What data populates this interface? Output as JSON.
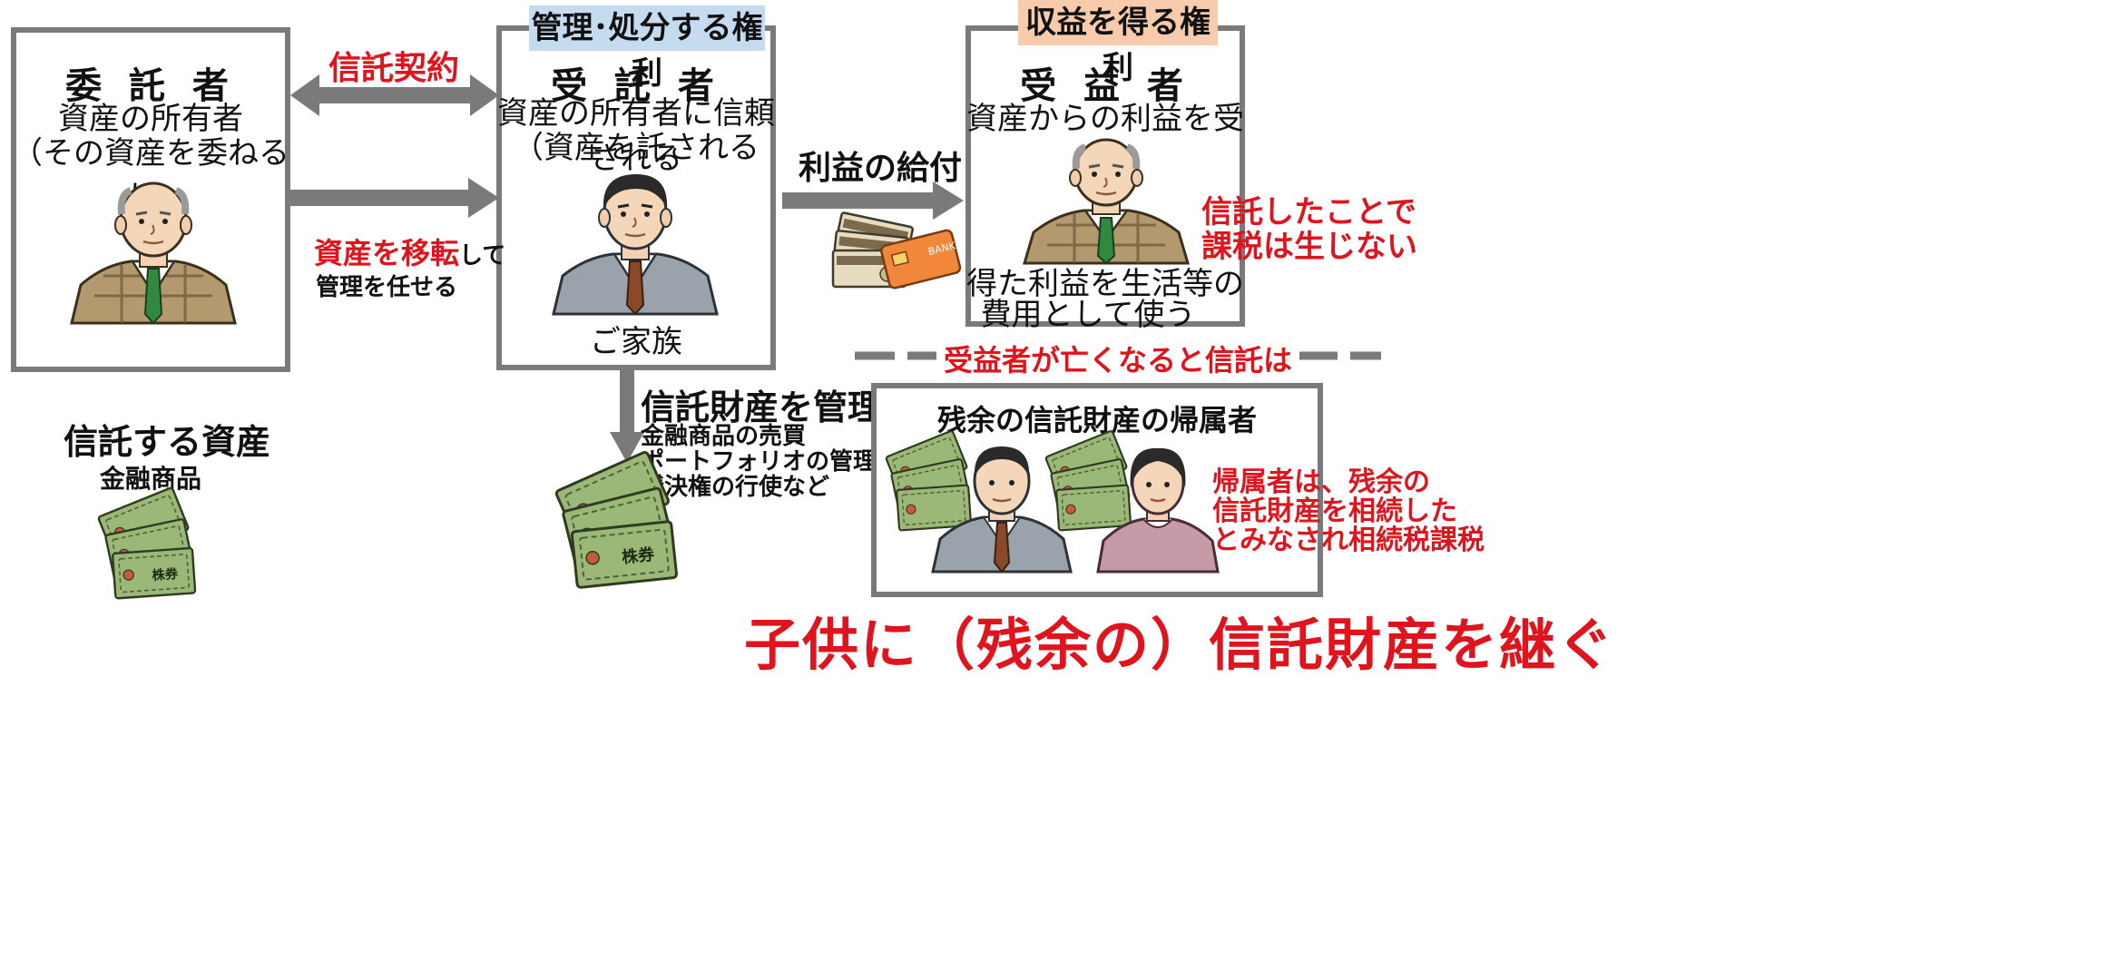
{
  "settlor": {
    "title": "委 託 者",
    "line1": "資産の所有者",
    "line2": "（その資産を委ねる人）"
  },
  "trustee": {
    "tag": "管理･処分する権利",
    "title": "受 託 者",
    "line1": "資産の所有者に信頼される",
    "line2": "（資産を託される人）",
    "name": "ご家族"
  },
  "beneficiary": {
    "tag": "収益を得る権利",
    "title": "受 益 者",
    "line1": "資産からの利益を受ける",
    "line2": "得た利益を生活等の",
    "line3": "費用として使う"
  },
  "labels": {
    "trust_contract": "信託契約",
    "transfer_red": "資産を移転",
    "transfer_rest": "して",
    "transfer_line2": "管理を任せる",
    "benefit": "利益の給付",
    "no_tax_line1": "信託したことで",
    "no_tax_line2": "課税は生じない",
    "end_notice": "受益者が亡くなると信託は終了",
    "manage_title": "信託財産を管理",
    "manage_items": [
      "金融商品の売買",
      "ポートフォリオの管理",
      "議決権の行使など"
    ],
    "trust_asset_title": "信託する資産",
    "trust_asset_sub": "金融商品",
    "bottom_banner": "子供に（残余の）信託財産を継ぐ"
  },
  "residual": {
    "title": "残余の信託財産の帰属者",
    "note_line1": "帰属者は、残余の",
    "note_line2": "信託財産を相続した",
    "note_line3": "とみなされ相続税課税"
  },
  "bill_text": "株券",
  "card_text": "BANK",
  "colors": {
    "accent_red": "#e0141c",
    "arrow_gray": "#7a7a7a",
    "tag_blue": "#c5dcf0",
    "tag_orange": "#f8cbad",
    "bill_green": "#8fae6a"
  }
}
